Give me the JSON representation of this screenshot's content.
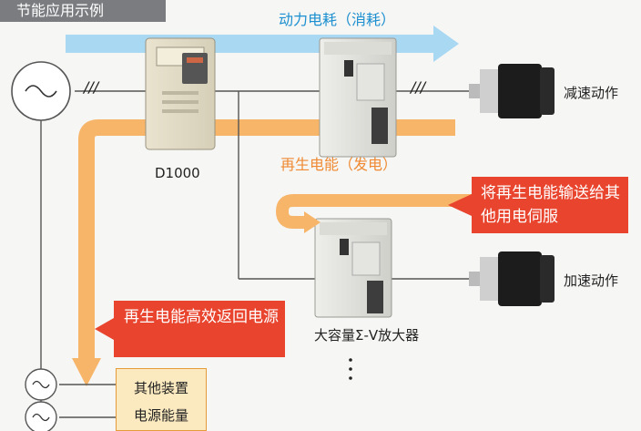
{
  "header": {
    "title": "节能应用示例"
  },
  "labels": {
    "power_consumption": "动力电耗（消耗）",
    "regen_generation": "再生电能（发电）",
    "drive_model": "D1000",
    "decelerate": "减速动作",
    "accelerate": "加速动作",
    "amplifier": "大容量Σ-V放大器"
  },
  "callouts": {
    "to_servos": "将再生电能输送给其他用电伺服",
    "to_source": "再生电能高效返回电源"
  },
  "box": {
    "line1": "其他装置",
    "line2": "电源能量"
  },
  "symbols": {
    "wire_marks": "///"
  },
  "colors": {
    "blue_arrow": "#a9d8f2",
    "orange_arrow": "#f7b56a",
    "callout_red": "#e8442e",
    "line": "#555555"
  }
}
